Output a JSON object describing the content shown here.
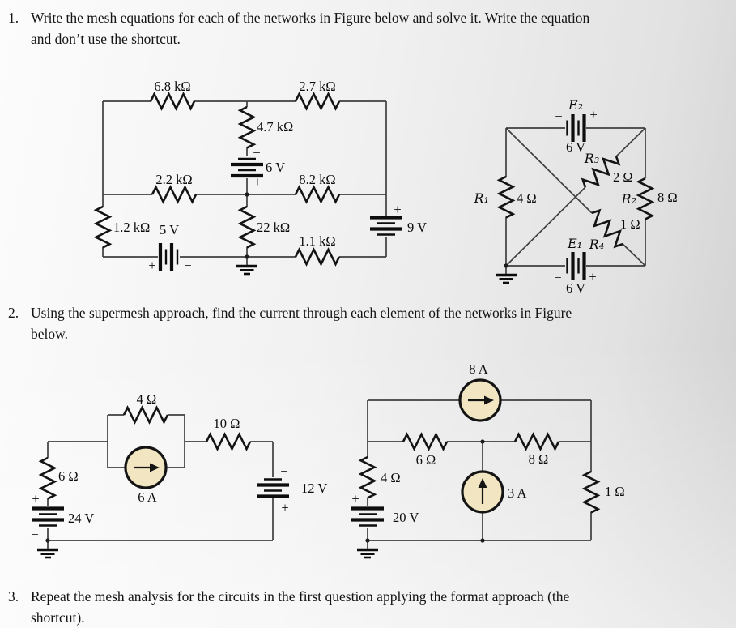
{
  "document": {
    "problems": [
      {
        "number": "1.",
        "line1": "Write the mesh equations for each of the networks in Figure below and solve it. Write the equation",
        "line2": "and don’t use the shortcut."
      },
      {
        "number": "2.",
        "line1": "Using the supermesh approach, find the current through each element of the networks in Figure",
        "line2": "below."
      },
      {
        "number": "3.",
        "line1": "Repeat the mesh analysis for the circuits in the first question applying the format approach (the",
        "line2": "shortcut)."
      }
    ]
  },
  "symbols": {
    "plus": "+",
    "minus": "−"
  },
  "colors": {
    "wire": "#3f3f3f",
    "component": "#141414",
    "source_fill": "#f2e5c2",
    "text": "#0c0c0c"
  },
  "circuit1": {
    "r_top_left": "6.8 kΩ",
    "r_top_right": "2.7 kΩ",
    "r_center_top": "4.7 kΩ",
    "v_center": "6 V",
    "r_mid_left": "2.2 kΩ",
    "r_mid_right": "8.2 kΩ",
    "r_left": "1.2 kΩ",
    "v_bottom": "5 V",
    "r_center_bottom": "22 kΩ",
    "r_bottom_right": "1.1 kΩ",
    "v_right": "9 V"
  },
  "circuit2": {
    "e2": "E₂",
    "e2_value": "6 V",
    "r3": "R₃",
    "r3_value": "2 Ω",
    "r1": "R₁",
    "r1_value": "4 Ω",
    "r2": "R₂",
    "r2_value": "8 Ω",
    "r4": "R₄",
    "r4_value": "1 Ω",
    "e1": "E₁",
    "e1_value": "6 V"
  },
  "circuit3": {
    "r_top": "4 Ω",
    "r_series": "10 Ω",
    "r_left": "6 Ω",
    "i_source": "6 A",
    "v_left": "24 V",
    "v_right": "12 V"
  },
  "circuit4": {
    "i_top": "8 A",
    "r_mid_left": "6 Ω",
    "r_mid_right": "8 Ω",
    "r_left": "4 Ω",
    "v_left": "20 V",
    "i_center": "3 A",
    "r_right": "1 Ω"
  }
}
